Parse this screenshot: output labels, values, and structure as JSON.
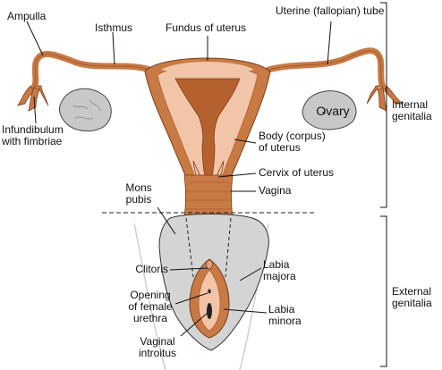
{
  "labels": {
    "ampulla": "Ampulla",
    "isthmus": "Isthmus",
    "fundus": "Fundus of uterus",
    "uterine_tube": "Uterine (fallopian) tube",
    "infundibulum": "Infundibulum\nwith fimbriae",
    "ovary": "Ovary",
    "body_of_uterus": "Body (corpus)\nof uterus",
    "cervix": "Cervix of uterus",
    "vagina": "Vagina",
    "mons_pubis": "Mons\npubis",
    "clitoris": "Clitoris",
    "urethra_opening": "Opening\nof female\nurethra",
    "vaginal_introitus": "Vaginal\nintroitus",
    "labia_majora": "Labia\nmajora",
    "labia_minora": "Labia\nminora",
    "internal_genitalia": "Internal\ngenitalia",
    "external_genitalia": "External\ngenitalia"
  },
  "colors": {
    "tube": "#c87a45",
    "uterus_wall": "#c87a45",
    "uterus_inner": "#f2c4a8",
    "cavity": "#b5612e",
    "ovary": "#c8c8c8",
    "external_region": "#d4d4d4",
    "outline": "#333333"
  }
}
